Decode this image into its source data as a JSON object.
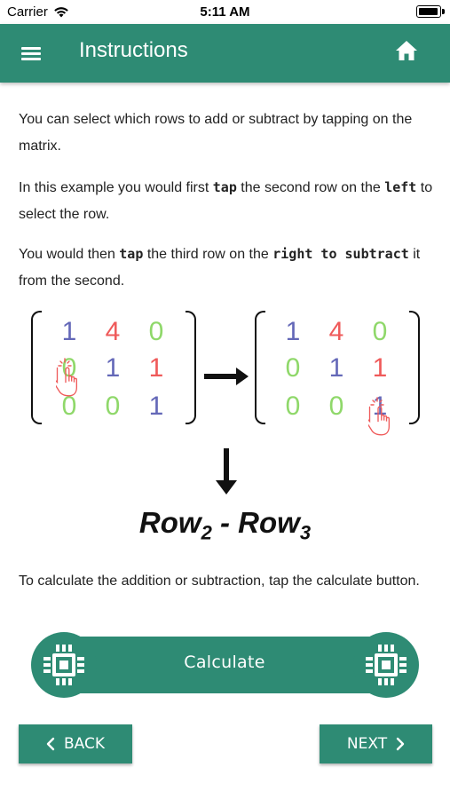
{
  "status_bar": {
    "carrier": "Carrier",
    "time": "5:11 AM"
  },
  "header": {
    "title": "Instructions",
    "menu_icon": "hamburger-menu-icon",
    "home_icon": "home-icon"
  },
  "content": {
    "paragraph_1": "You can select which rows to add or subtract by tapping on the matrix.",
    "paragraph_2": {
      "t1": "In this example you would first ",
      "b1": "tap",
      "t2": " the second row on the ",
      "b2": "left",
      "t3": " to select the row."
    },
    "paragraph_3": {
      "t1": "You would then ",
      "b1": "tap",
      "t2": " the third row on the ",
      "b2": "right to subtract",
      "t3": " it from the second."
    },
    "paragraph_4": "To calculate the addition or subtraction, tap the calculate button."
  },
  "illustration": {
    "left_matrix": [
      [
        "1",
        "4",
        "0"
      ],
      [
        "0",
        "1",
        "1"
      ],
      [
        "0",
        "0",
        "1"
      ]
    ],
    "right_matrix": [
      [
        "1",
        "4",
        "0"
      ],
      [
        "0",
        "1",
        "1"
      ],
      [
        "0",
        "0",
        "1"
      ]
    ],
    "formula": {
      "row_label_a": "Row",
      "sub_a": "2",
      "operator": " - ",
      "row_label_b": "Row",
      "sub_b": "3"
    },
    "colors": {
      "one": "#6468b8",
      "four": "#ef5a5a",
      "zero": "#8fd86a",
      "second_row_one": "#ef5a5a"
    }
  },
  "actions": {
    "calculate_label": "Calculate",
    "back_label": "BACK",
    "next_label": "NEXT"
  },
  "theme": {
    "primary": "#2e8b74"
  }
}
